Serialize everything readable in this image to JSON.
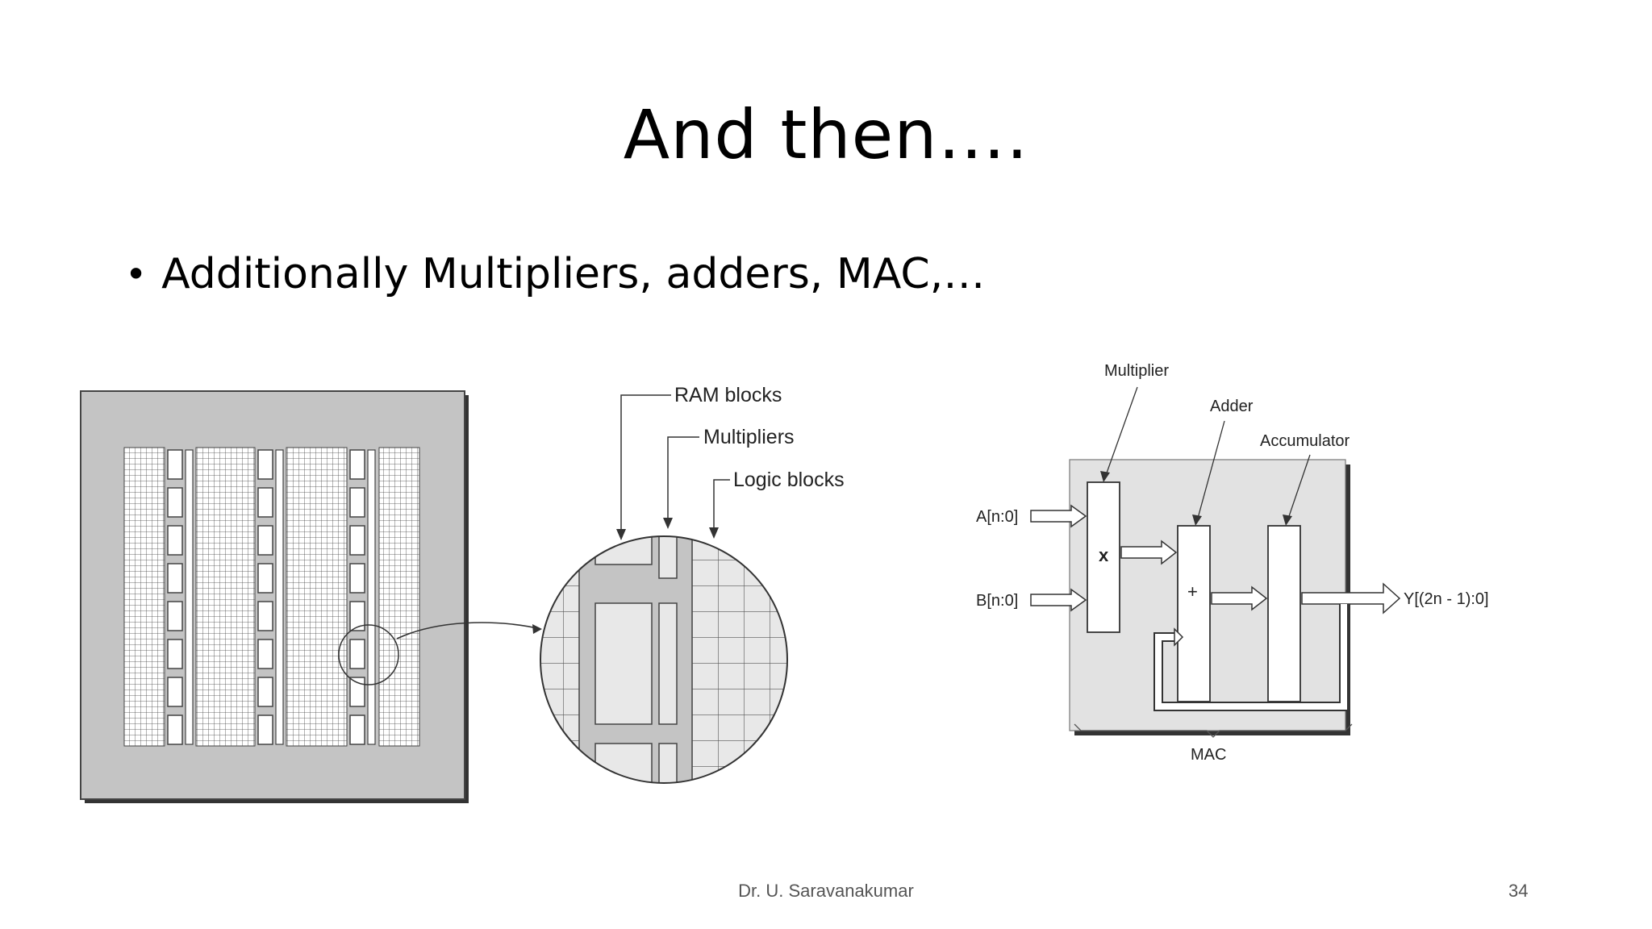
{
  "slide": {
    "title": "And then….",
    "bullet": "Additionally Multipliers, adders, MAC,…",
    "footer": "Dr. U. Saravanakumar",
    "page_number": "34"
  },
  "fpga_diagram": {
    "labels": {
      "ram": "RAM blocks",
      "multipliers": "Multipliers",
      "logic": "Logic blocks"
    }
  },
  "mac_diagram": {
    "labels": {
      "multiplier": "Multiplier",
      "adder": "Adder",
      "accumulator": "Accumulator",
      "input_a": "A[n:0]",
      "input_b": "B[n:0]",
      "output_y": "Y[(2n - 1):0]",
      "mac": "MAC",
      "mult_symbol": "x",
      "add_symbol": "+"
    }
  },
  "colors": {
    "gray_fill": "#c4c4c4",
    "light_gray": "#e2e2e2",
    "line": "#333333"
  }
}
